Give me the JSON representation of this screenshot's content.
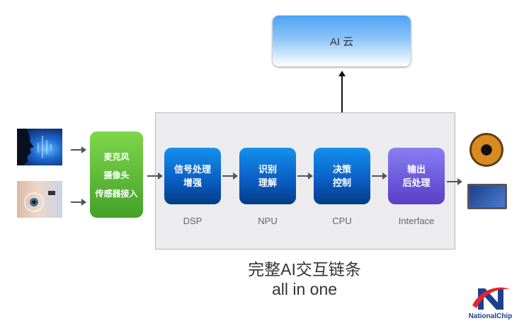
{
  "cloud": {
    "label": "AI 云"
  },
  "inputs": {
    "images": [
      {
        "icon": "voice-wave-icon"
      },
      {
        "icon": "eye-scan-icon"
      }
    ],
    "block_lines": [
      "麦克风",
      "摄像头",
      "传感器接入"
    ]
  },
  "pipeline": [
    {
      "lines": [
        "信号处理",
        "增强"
      ],
      "caption": "DSP"
    },
    {
      "lines": [
        "识别",
        "理解"
      ],
      "caption": "NPU"
    },
    {
      "lines": [
        "决策",
        "控制"
      ],
      "caption": "CPU"
    },
    {
      "lines": [
        "输出",
        "后处理"
      ],
      "caption": "Interface"
    }
  ],
  "outputs": [
    {
      "icon": "speaker-icon"
    },
    {
      "icon": "display-screen-icon"
    }
  ],
  "footer": {
    "title_cn": "完整AI交互链条",
    "title_en": "all in one"
  },
  "logo": {
    "text": "NationalChip"
  },
  "colors": {
    "green": "#5cb936",
    "blue": "#0a5cc1",
    "purple": "#6a57d9",
    "cloud": "#4ea3f5"
  }
}
